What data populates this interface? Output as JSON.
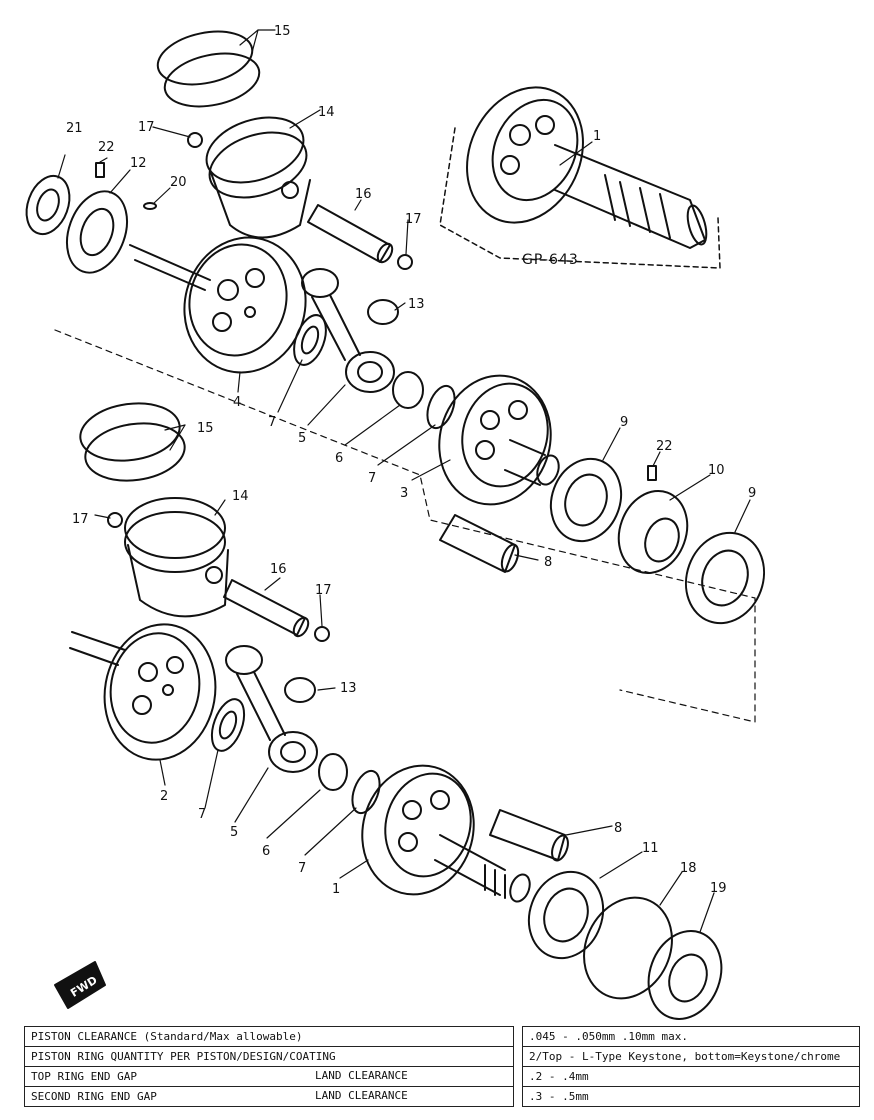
{
  "diagram": {
    "kit_label": "GP-643",
    "fwd_label": "FWD",
    "part_labels": {
      "p1_top": "1",
      "p1_bottom": "1",
      "p2": "2",
      "p3": "3",
      "p4": "4",
      "p5_top": "5",
      "p5_bottom": "5",
      "p6_top": "6",
      "p6_bottom": "6",
      "p7_a": "7",
      "p7_b": "7",
      "p7_c": "7",
      "p7_d": "7",
      "p8_top": "8",
      "p8_bottom": "8",
      "p9_a": "9",
      "p9_b": "9",
      "p10": "10",
      "p11": "11",
      "p12": "12",
      "p13_top": "13",
      "p13_bottom": "13",
      "p14_top": "14",
      "p14_bottom": "14",
      "p15_top": "15",
      "p15_bottom": "15",
      "p16_top": "16",
      "p16_bottom": "16",
      "p17_a": "17",
      "p17_b": "17",
      "p17_c": "17",
      "p17_d": "17",
      "p18": "18",
      "p19": "19",
      "p20": "20",
      "p21": "21",
      "p22_a": "22",
      "p22_b": "22"
    }
  },
  "specs": {
    "rows": [
      {
        "label": "PISTON CLEARANCE (Standard/Max allowable)",
        "sublabel": "",
        "value": ".045 - .050mm          .10mm max."
      },
      {
        "label": "PISTON RING QUANTITY PER PISTON/DESIGN/COATING",
        "sublabel": "",
        "value": "2/Top - L-Type Keystone, bottom=Keystone/chrome"
      },
      {
        "label": "TOP RING END GAP",
        "sublabel": "LAND CLEARANCE",
        "value": ".2 - .4mm"
      },
      {
        "label": "SECOND RING END GAP",
        "sublabel": "LAND CLEARANCE",
        "value": ".3 - .5mm"
      }
    ]
  }
}
